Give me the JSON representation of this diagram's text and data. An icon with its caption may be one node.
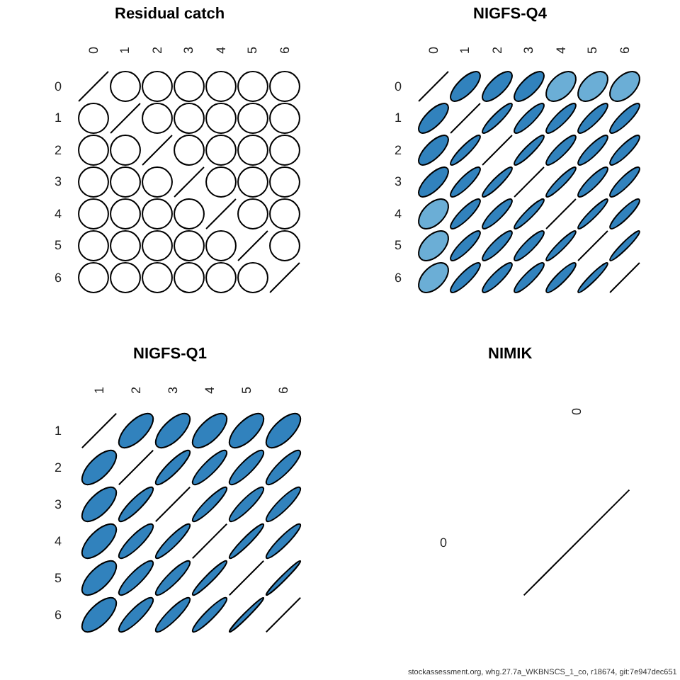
{
  "diagram": {
    "labels": [
      "Residual catch",
      "0",
      "1",
      "2",
      "3",
      "4",
      "5",
      "6",
      "0",
      "1",
      "2",
      "3",
      "4",
      "5",
      "6",
      "NIGFS-Q4",
      "0",
      "1",
      "2",
      "3",
      "4",
      "5",
      "6",
      "0",
      "1",
      "2",
      "3",
      "4",
      "5",
      "6",
      "NIGFS-Q1",
      "1",
      "2",
      "3",
      "4",
      "5",
      "6",
      "1",
      "2",
      "3",
      "4",
      "5",
      "6",
      "NIMIK",
      "0",
      "0",
      "stockassessment.org, whg.27.7a_WKBNSCS_1_co, r18674, git:7e947dec651"
    ]
  }
}
